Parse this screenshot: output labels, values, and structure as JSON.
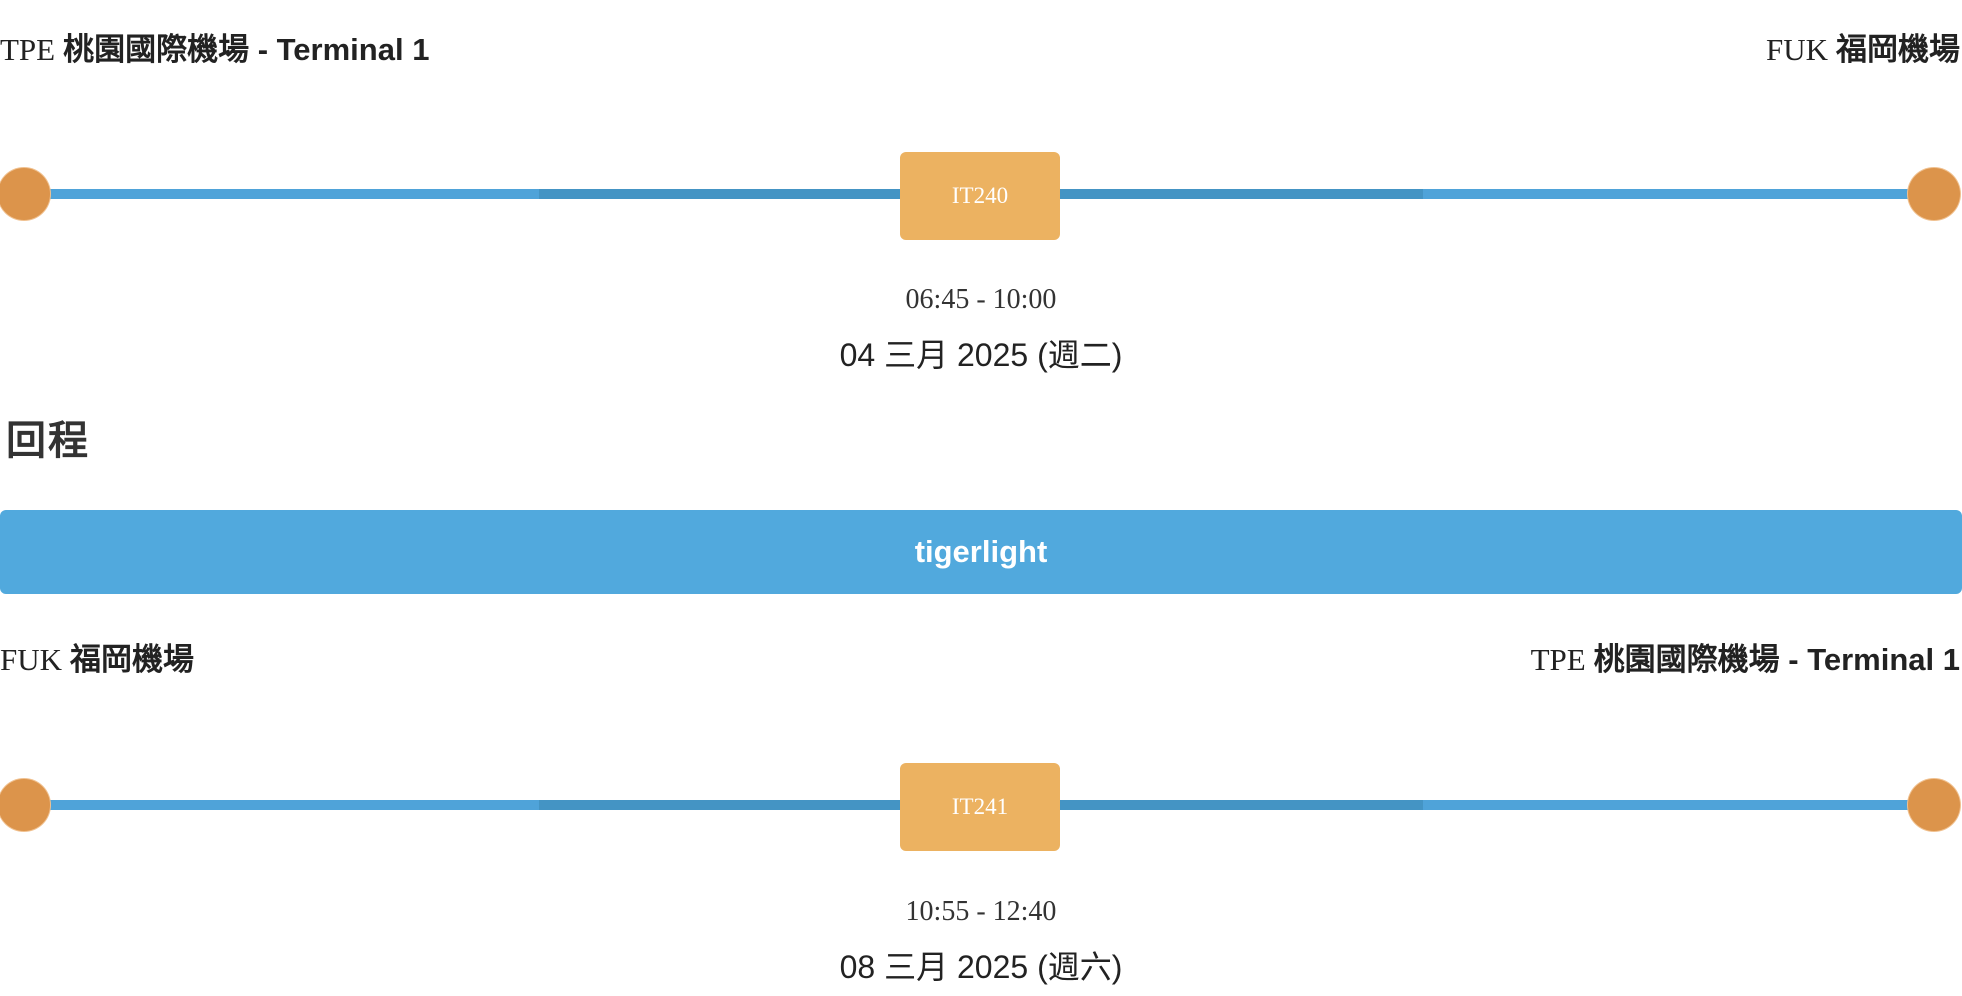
{
  "outbound": {
    "origin": {
      "code": "TPE",
      "name": "桃園國際機場 - Terminal 1"
    },
    "destination": {
      "code": "FUK",
      "name": "福岡機場"
    },
    "flight_number": "IT240",
    "times": "06:45 - 10:00",
    "date": "04 三月 2025 (週二)"
  },
  "return_section": {
    "title": "回程",
    "airline": "tigerlight"
  },
  "inbound": {
    "origin": {
      "code": "FUK",
      "name": "福岡機場"
    },
    "destination": {
      "code": "TPE",
      "name": "桃園國際機場 - Terminal 1"
    },
    "flight_number": "IT241",
    "times": "10:55 - 12:40",
    "date": "08 三月 2025 (週六)"
  },
  "colors": {
    "route_line": "#4fa3d9",
    "route_line_mid": "#4494c4",
    "endpoint_dot": "#dc944b",
    "flight_badge": "#ecb261",
    "airline_bar": "#51a9dd"
  }
}
